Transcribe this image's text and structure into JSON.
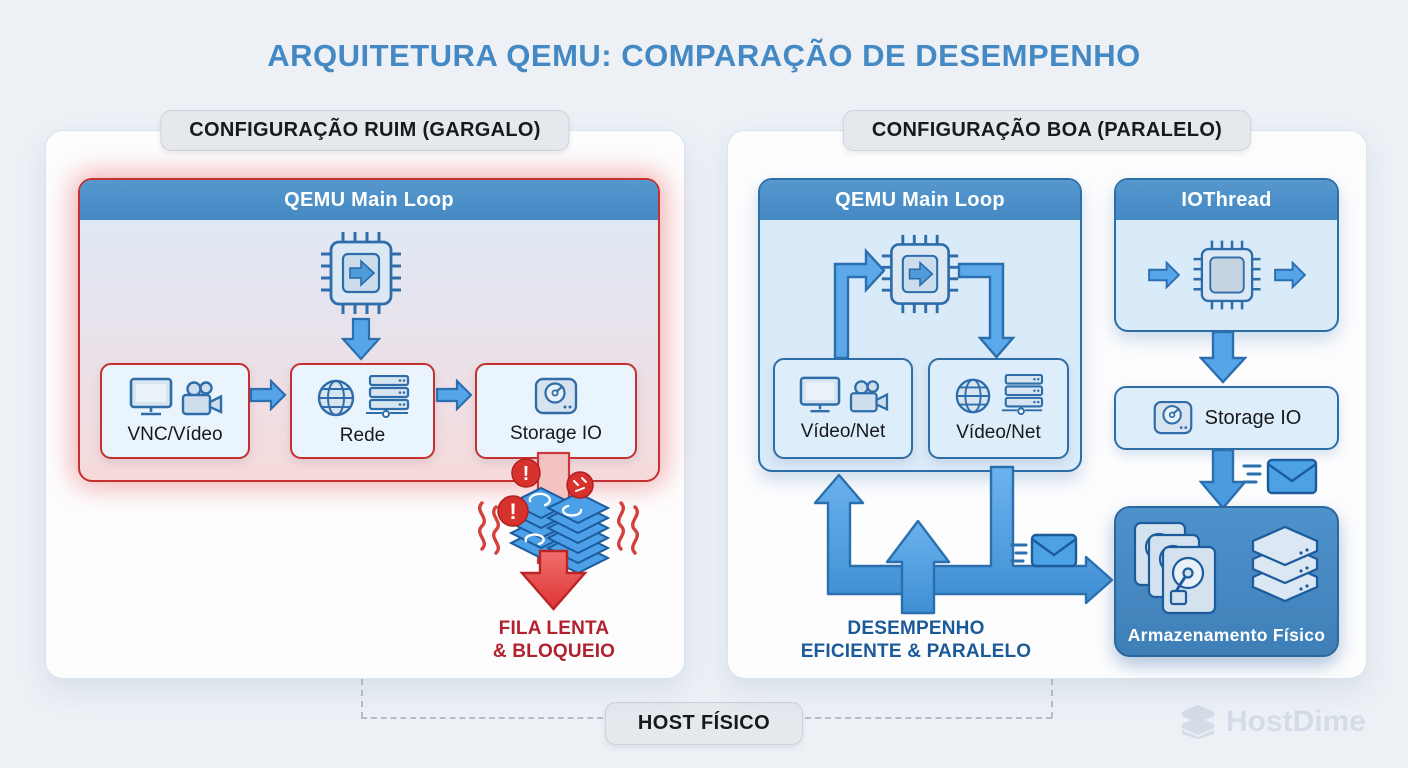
{
  "title": "ARQUITETURA QEMU: COMPARAÇÃO DE DESEMPENHO",
  "left_panel": {
    "label": "CONFIGURAÇÃO RUIM (GARGALO)",
    "main_loop": {
      "title": "QEMU Main Loop",
      "components": [
        {
          "label": "VNC/Vídeo",
          "icons": [
            "monitor-icon",
            "video-camera-icon"
          ]
        },
        {
          "label": "Rede",
          "icons": [
            "network-globe-icon",
            "server-stack-icon"
          ]
        },
        {
          "label": "Storage IO",
          "icons": [
            "storage-disk-icon"
          ]
        }
      ]
    },
    "bottleneck_caption": {
      "line1": "FILA LENTA",
      "line2": "& BLOQUEIO"
    }
  },
  "right_panel": {
    "label": "CONFIGURAÇÃO BOA (PARALELO)",
    "main_loop": {
      "title": "QEMU Main Loop",
      "components": [
        {
          "label": "Vídeo/Net",
          "icons": [
            "monitor-icon",
            "video-camera-icon"
          ]
        },
        {
          "label": "Vídeo/Net",
          "icons": [
            "network-globe-icon",
            "server-stack-icon"
          ]
        }
      ]
    },
    "iothread": {
      "title": "IOThread",
      "icons": [
        "arrow-right-icon",
        "cpu-chip-icon",
        "arrow-right-icon"
      ]
    },
    "storage_io_label": "Storage IO",
    "physical_storage_label": "Armazenamento Físico",
    "caption": {
      "line1": "DESEMPENHO",
      "line2": "EFICIENTE & PARALELO"
    }
  },
  "host_badge": "HOST FÍSICO",
  "watermark": "HostDime",
  "icons": {
    "cpu": "cpu-chip-icon",
    "monitor": "monitor-icon",
    "camera": "video-camera-icon",
    "globe": "network-globe-icon",
    "servers": "server-stack-icon",
    "disk": "storage-disk-icon",
    "envelope": "message-envelope-icon",
    "warning": "warning-icon",
    "hdd_stack": "hard-drive-stack-icon",
    "logo": "hostdime-logo-icon"
  },
  "colors": {
    "title_blue": "#4589c4",
    "header_blue": "#4b90c9",
    "panel_fill_blue": "#d9eaf8",
    "arrow_blue": "#55a5e8",
    "alert_red": "#c53030",
    "caption_red": "#b2222e",
    "caption_blue": "#1b5a99",
    "physical_storage_blue": "#4285c3",
    "page_background": "#edf1f6"
  }
}
